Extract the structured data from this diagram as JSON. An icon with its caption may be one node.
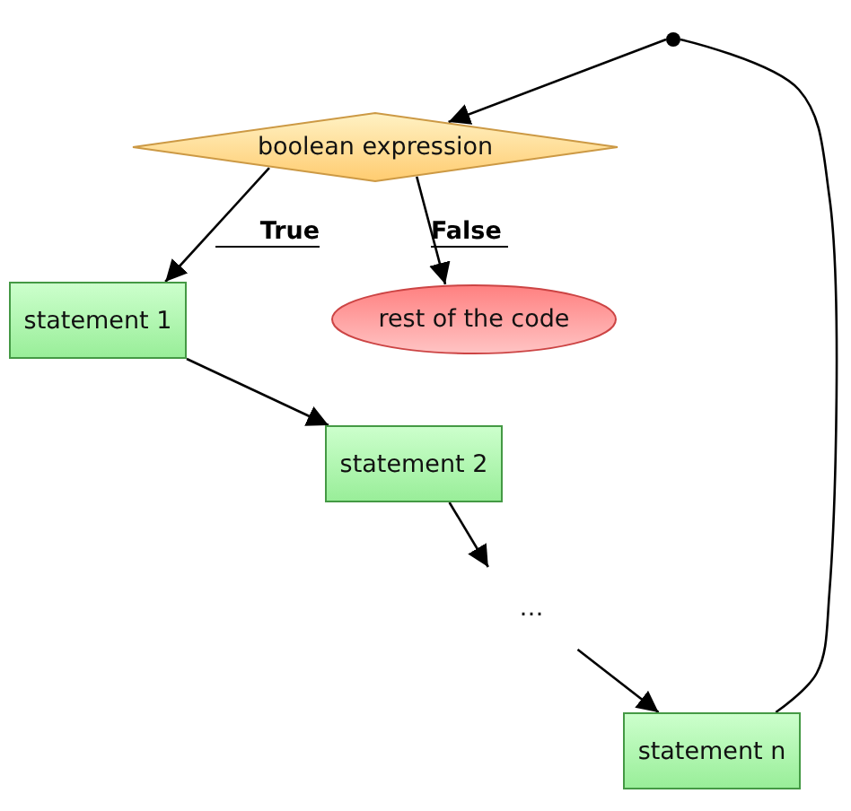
{
  "diagram": {
    "nodes": [
      {
        "text": [],
        "shape": "circle"
      },
      {
        "text": [
          "boolean expression"
        ]
      },
      {
        "text": [
          "statement 1"
        ]
      },
      {
        "text": [
          "rest of the code"
        ]
      },
      {
        "text": [
          "statement 2"
        ]
      },
      {
        "text": [
          "…"
        ]
      },
      {
        "text": [
          "statement n"
        ]
      }
    ],
    "edges": [
      {
        "from": 0,
        "to": 1,
        "arrow": "to"
      },
      {
        "from": 1,
        "to": 2,
        "arrow": "to",
        "label": "True"
      },
      {
        "from": 1,
        "to": 3,
        "arrow": "to",
        "label": "False"
      },
      {
        "from": 2,
        "to": 4,
        "arrow": "to"
      },
      {
        "from": 4,
        "to": 5,
        "arrow": "to"
      },
      {
        "from": 5,
        "to": 6,
        "arrow": "to"
      },
      {
        "from": 6,
        "to": 0,
        "arrow": "none"
      }
    ]
  }
}
